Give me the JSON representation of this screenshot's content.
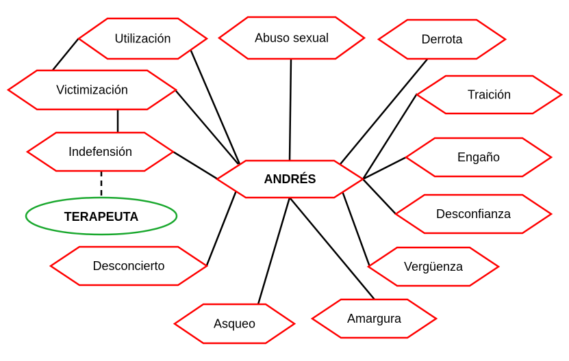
{
  "colors": {
    "hexagon_border": "#ff0000",
    "ellipse_border": "#1aa82e",
    "connector": "#000000"
  },
  "center": {
    "label": "ANDRÉS"
  },
  "therapist": {
    "label": "TERAPEUTA"
  },
  "nodes": [
    {
      "id": "utilizacion",
      "label": "Utilización"
    },
    {
      "id": "abuso-sexual",
      "label": "Abuso sexual"
    },
    {
      "id": "derrota",
      "label": "Derrota"
    },
    {
      "id": "victimizacion",
      "label": "Victimización"
    },
    {
      "id": "traicion",
      "label": "Traición"
    },
    {
      "id": "indefension",
      "label": "Indefensión"
    },
    {
      "id": "engano",
      "label": "Engaño"
    },
    {
      "id": "desconfianza",
      "label": "Desconfianza"
    },
    {
      "id": "desconcierto",
      "label": "Desconcierto"
    },
    {
      "id": "verguenza",
      "label": "Vergüenza"
    },
    {
      "id": "asqueo",
      "label": "Asqueo"
    },
    {
      "id": "amargura",
      "label": "Amargura"
    }
  ]
}
